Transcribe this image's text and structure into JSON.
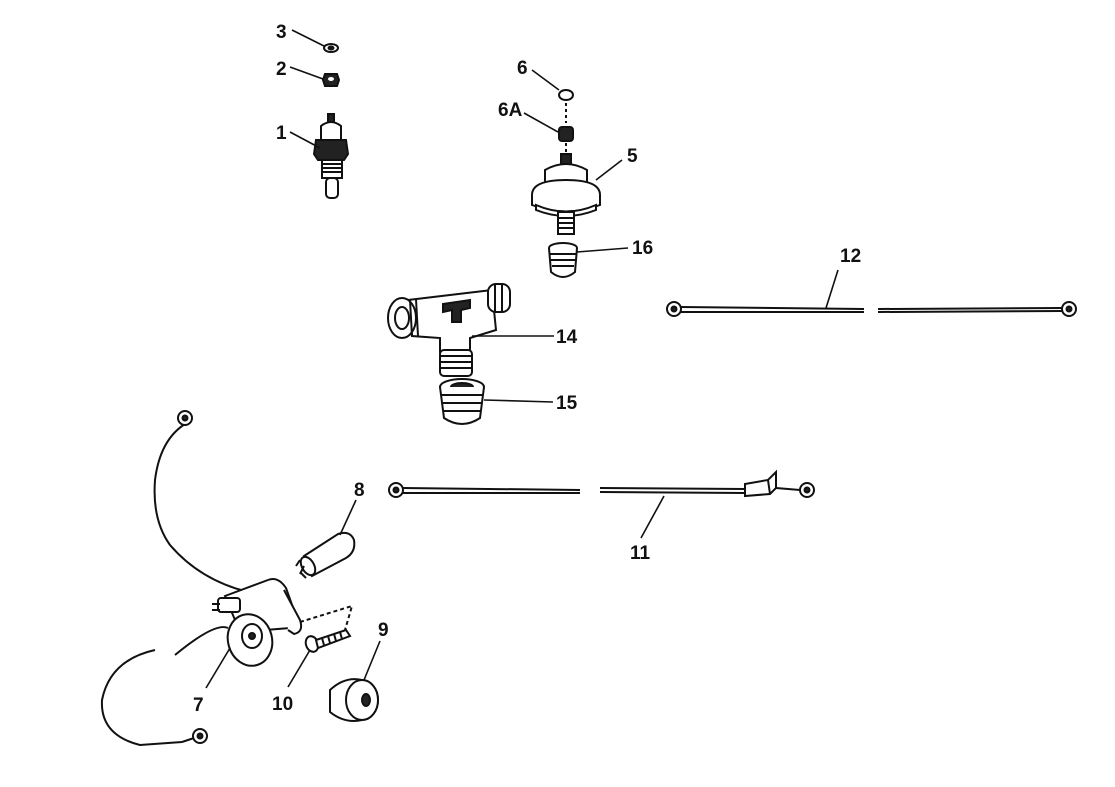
{
  "labels": {
    "l1": "1",
    "l2": "2",
    "l3": "3",
    "l5": "5",
    "l6": "6",
    "l6a": "6A",
    "l7": "7",
    "l8": "8",
    "l9": "9",
    "l10": "10",
    "l11": "11",
    "l12": "12",
    "l14": "14",
    "l15": "15",
    "l16": "16"
  }
}
